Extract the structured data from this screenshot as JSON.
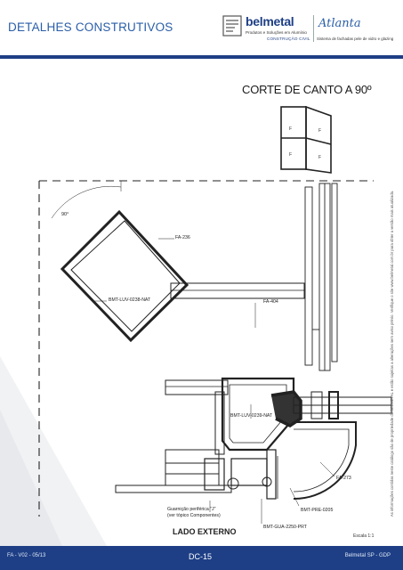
{
  "header": {
    "title": "DETALHES CONSTRUTIVOS",
    "brand": "belmetal",
    "brand_tagline": "Produtos e Soluções em Alumínio",
    "brand_division": "CONSTRUÇÃO CIVIL",
    "product": "Atlanta",
    "product_tagline": "Sistema de fachadas pele de vidro e glazing"
  },
  "section": {
    "title": "CORTE DE CANTO A 90º",
    "angle": "90°",
    "side_label": "LADO EXTERNO",
    "scale": "Escala 1:1"
  },
  "legend_letters": [
    "F",
    "F",
    "F",
    "F"
  ],
  "callouts": {
    "fa236": "FA-236",
    "luv0238": "BMT-LUV-0238-NAT",
    "fa404": "FA-404",
    "luv0239": "BMT-LUV-0239-NAT",
    "fa273": "FA-273",
    "guarnicao_1": "Guarnição periférica \"J\"",
    "guarnicao_2": "(ver tópico Componentes)",
    "pre0205": "BMT-PRE-0205",
    "gua2250": "BMT-GUA-2250-PRT"
  },
  "side_note": "As informações contidas neste catálogo são de propriedade da BELMETAL e estão sujeitas a alterações sem aviso prévio. Verifique o site www.belmetal.com.br para obter a versão mais atualizada.",
  "footer": {
    "left": "FA - V02 - 05/13",
    "center": "DC-15",
    "right": "Belmetal SP - GDP"
  },
  "colors": {
    "brand_blue": "#1e3f86",
    "title_blue": "#2a5ea8"
  }
}
